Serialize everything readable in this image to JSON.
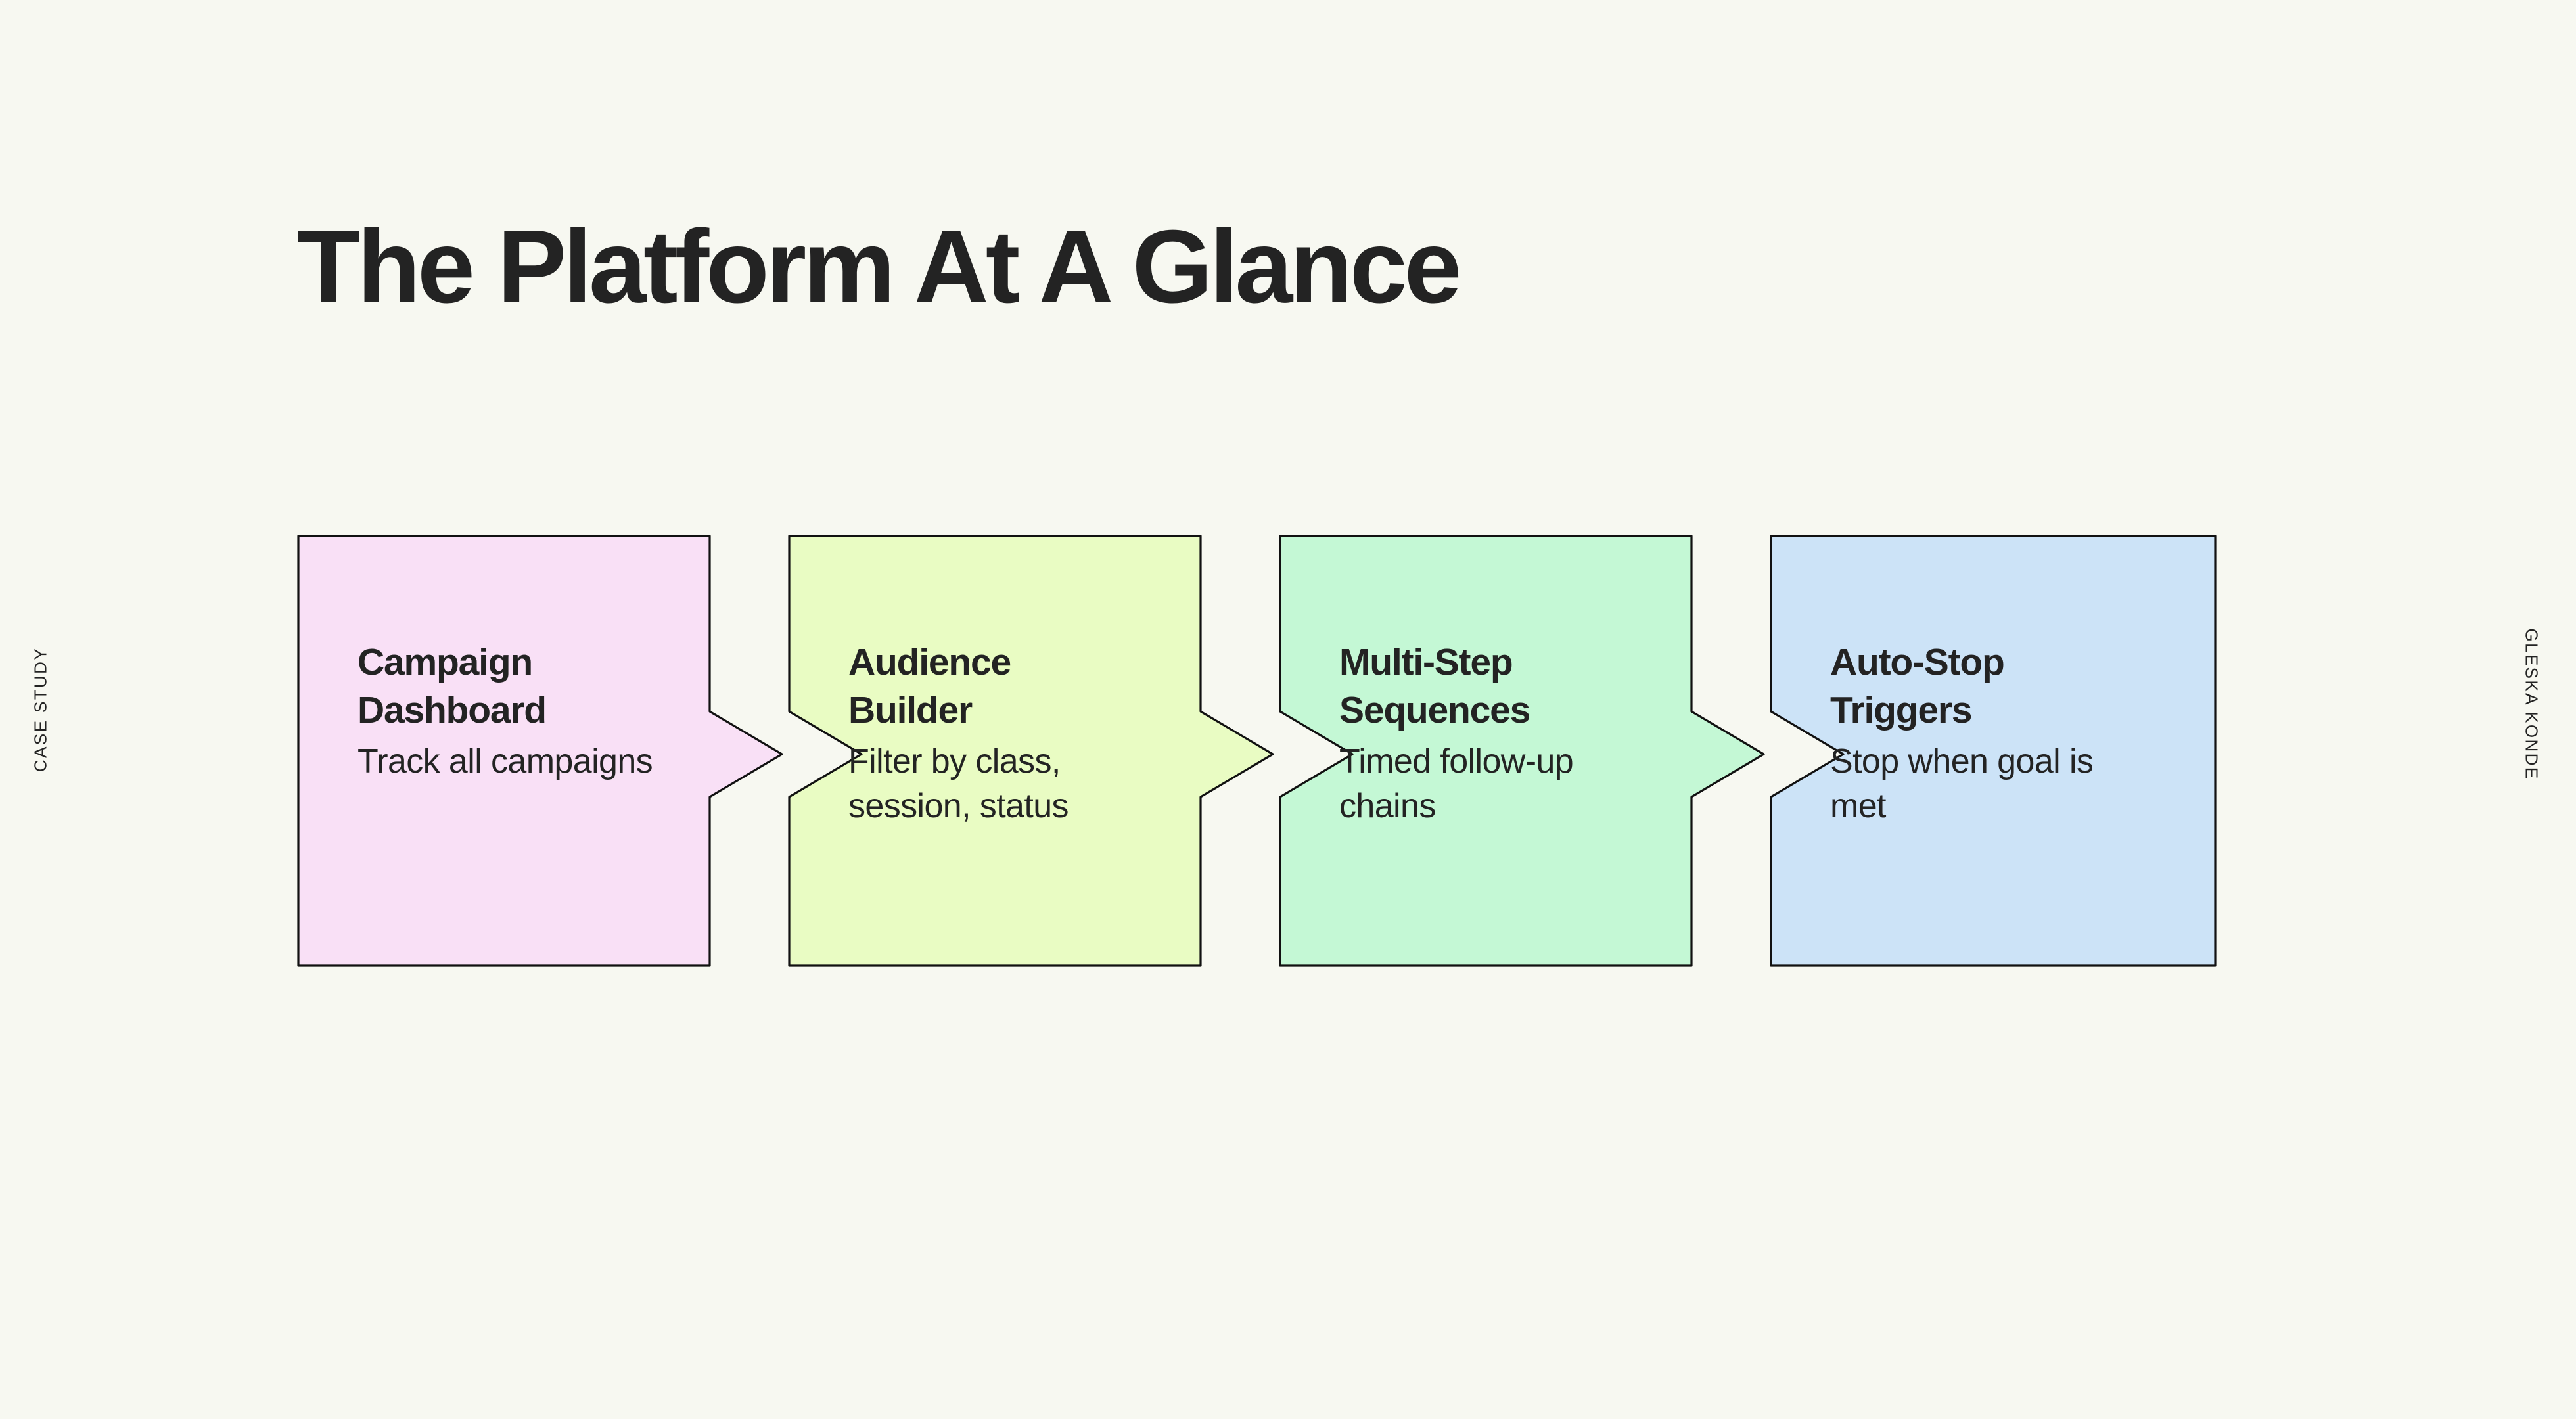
{
  "slide": {
    "title": "The Platform At A Glance",
    "background_color": "#F7F8F1",
    "text_color": "#232323"
  },
  "rails": {
    "left_label": "CASE STUDY",
    "right_label": "GLESKA KONDE"
  },
  "flow": {
    "steps": [
      {
        "heading": "Campaign Dashboard",
        "description": "Track all campaigns",
        "fill_color": "#F9E0F6",
        "stroke_color": "#111111"
      },
      {
        "heading": "Audience Builder",
        "description": "Filter by class, session, status",
        "fill_color": "#E9FCC3",
        "stroke_color": "#111111"
      },
      {
        "heading": "Multi-Step Sequences",
        "description": "Timed follow-up chains",
        "fill_color": "#C4F8D5",
        "stroke_color": "#111111"
      },
      {
        "heading": "Auto-Stop Triggers",
        "description": "Stop when goal is met",
        "fill_color": "#CCE3F7",
        "stroke_color": "#111111"
      }
    ]
  }
}
